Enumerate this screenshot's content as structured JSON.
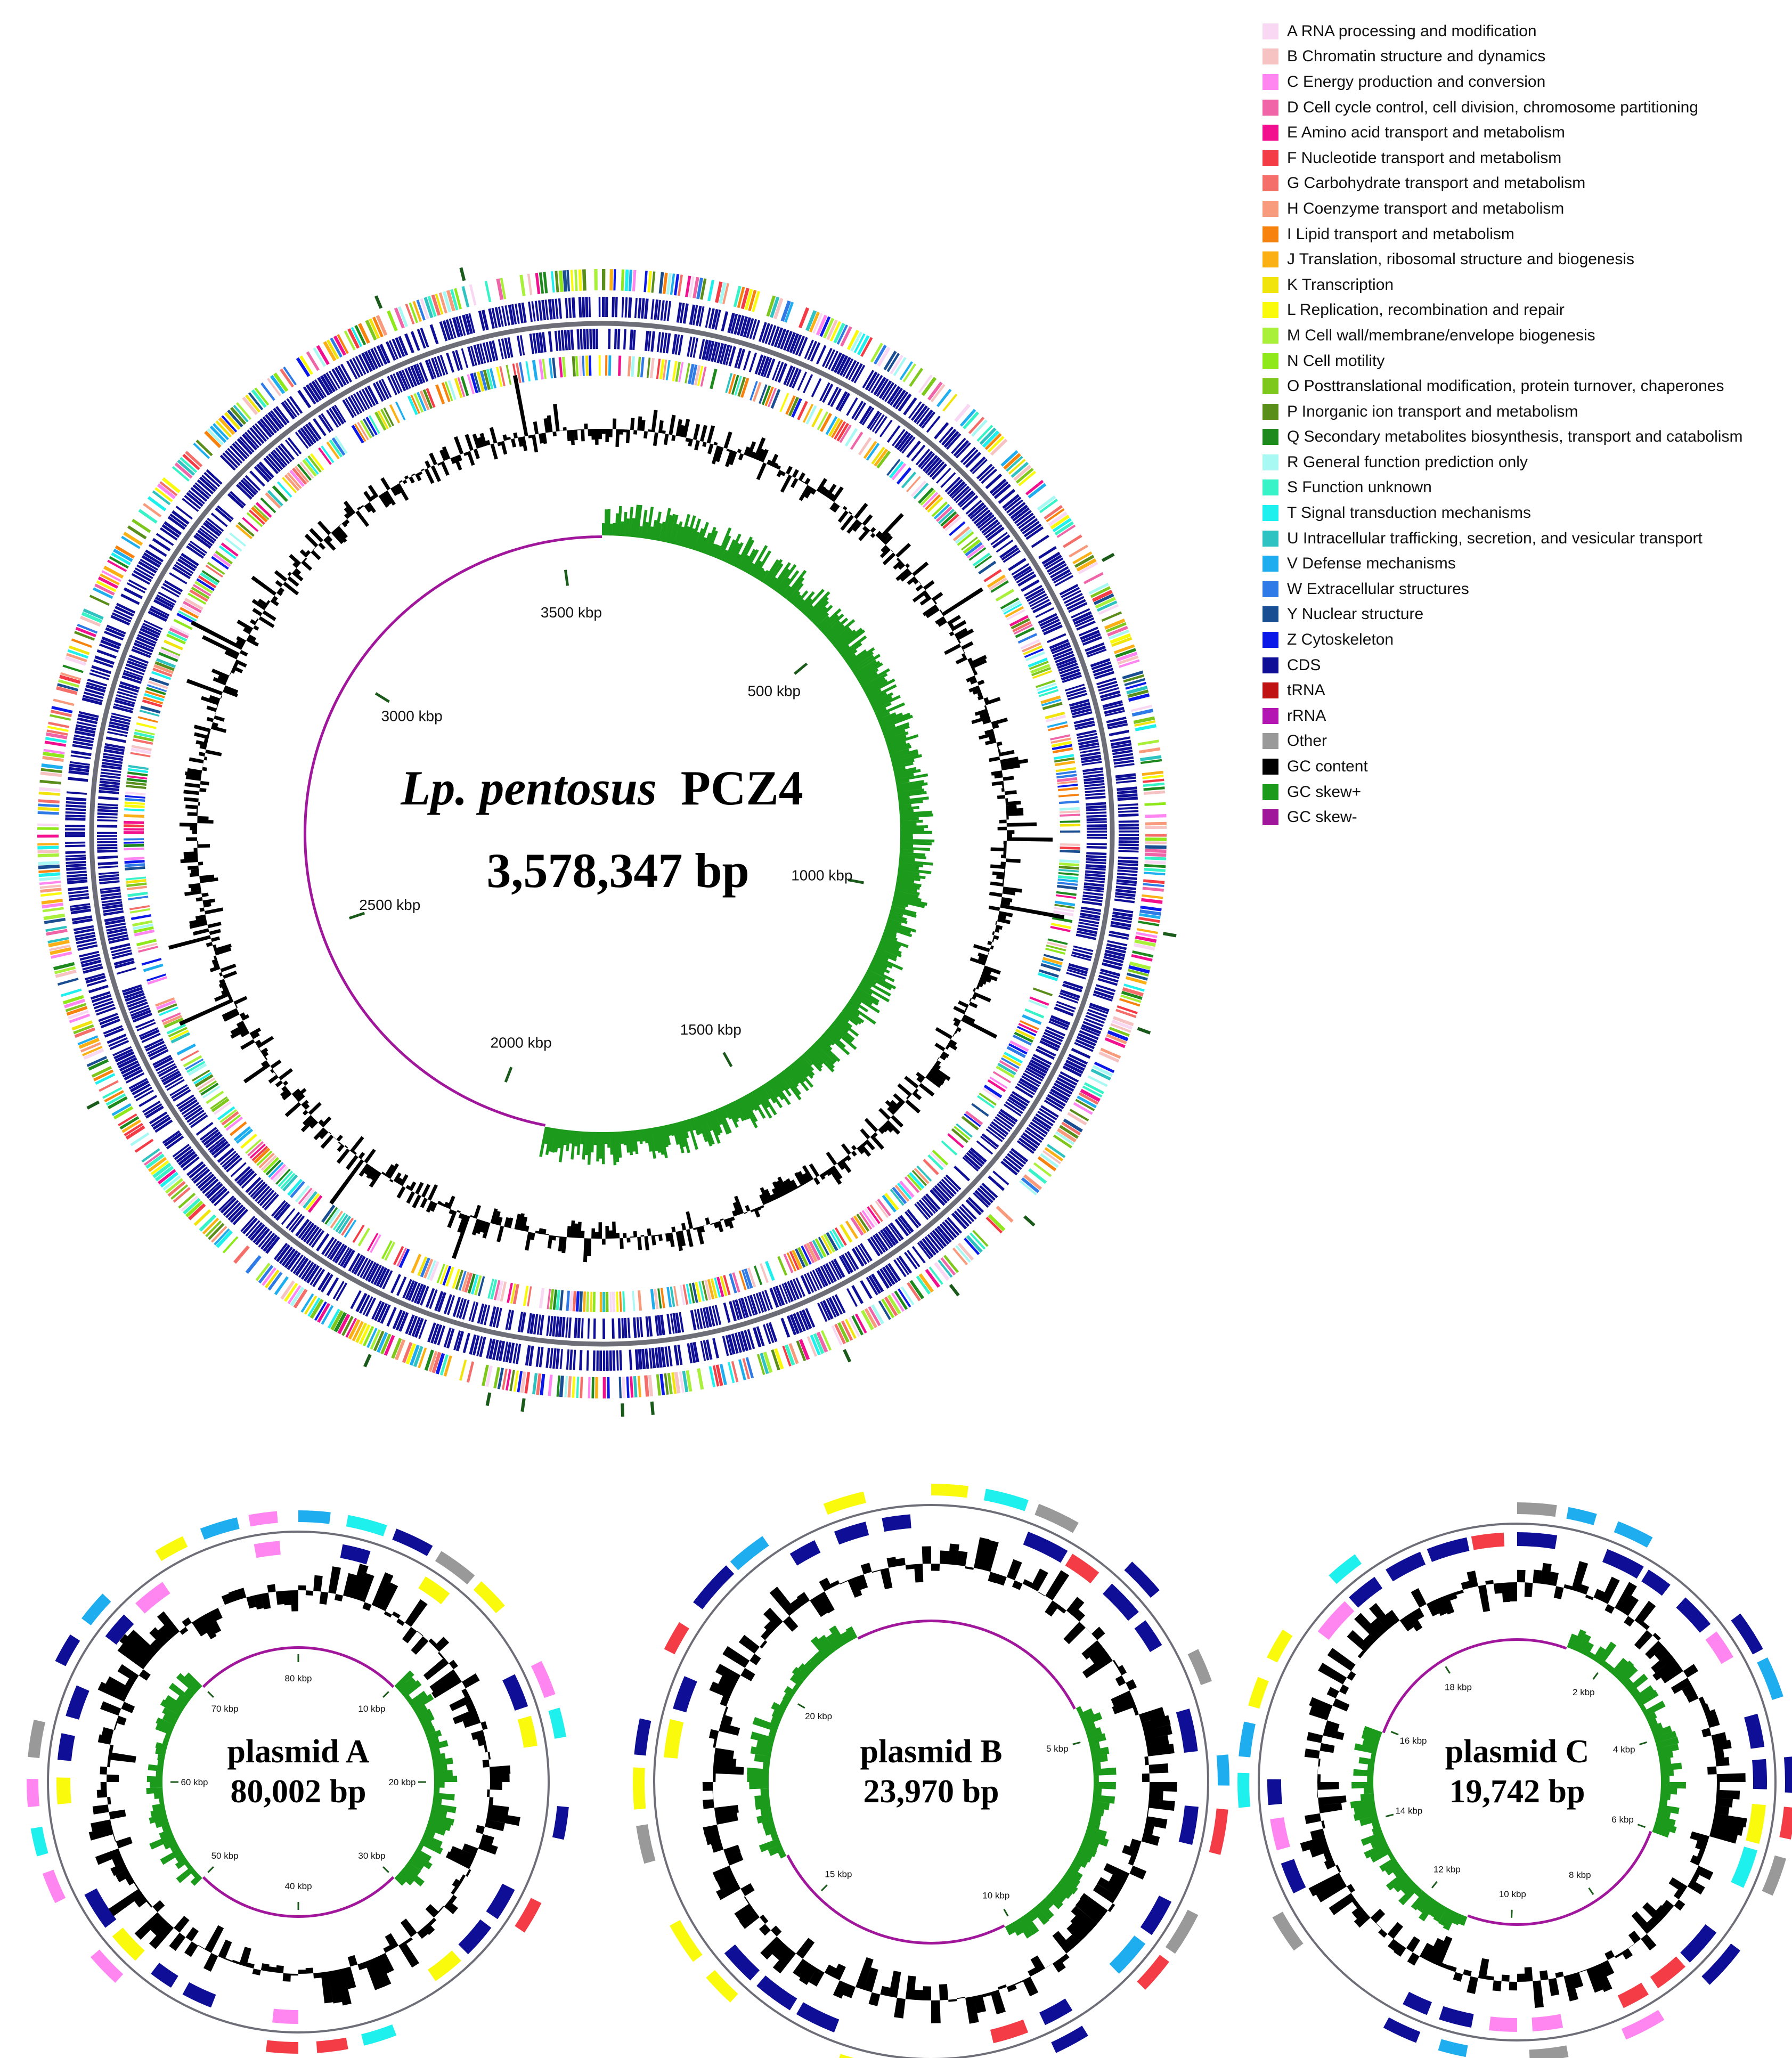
{
  "legend": [
    {
      "label": "A RNA processing and modification",
      "color": "#f9d8f4"
    },
    {
      "label": "B Chromatin structure and dynamics",
      "color": "#f7c2c2"
    },
    {
      "label": "C Energy production and conversion",
      "color": "#ff86f0"
    },
    {
      "label": "D Cell cycle control, cell division, chromosome partitioning",
      "color": "#f064a8"
    },
    {
      "label": "E Amino acid transport and metabolism",
      "color": "#f2108e"
    },
    {
      "label": "F Nucleotide transport and metabolism",
      "color": "#f43c46"
    },
    {
      "label": "G Carbohydrate transport and metabolism",
      "color": "#f46e6a"
    },
    {
      "label": "H Coenzyme transport and metabolism",
      "color": "#f89a7c"
    },
    {
      "label": "I Lipid transport and metabolism",
      "color": "#f7820e"
    },
    {
      "label": "J Translation, ribosomal structure and biogenesis",
      "color": "#fbb016"
    },
    {
      "label": "K Transcription",
      "color": "#f0e40c"
    },
    {
      "label": "L Replication, recombination and repair",
      "color": "#fafa0c"
    },
    {
      "label": "M Cell wall/membrane/envelope biogenesis",
      "color": "#a8f03a"
    },
    {
      "label": "N Cell motility",
      "color": "#8ee81a"
    },
    {
      "label": "O Posttranslational modification, protein turnover, chaperones",
      "color": "#7ec81e"
    },
    {
      "label": "P Inorganic ion transport and metabolism",
      "color": "#5a8e1a"
    },
    {
      "label": "Q Secondary metabolites biosynthesis, transport and catabolism",
      "color": "#1e8a1e"
    },
    {
      "label": "R General function prediction only",
      "color": "#a8f8f4"
    },
    {
      "label": "S Function unknown",
      "color": "#38f2c8"
    },
    {
      "label": "T Signal transduction mechanisms",
      "color": "#1ef0ee"
    },
    {
      "label": "U Intracellular trafficking, secretion, and vesicular transport",
      "color": "#2ec2c0"
    },
    {
      "label": "V Defense mechanisms",
      "color": "#1eaef0"
    },
    {
      "label": "W Extracellular structures",
      "color": "#2e7ae6"
    },
    {
      "label": "Y Nuclear structure",
      "color": "#1a4e92"
    },
    {
      "label": "Z Cytoskeleton",
      "color": "#0a18e8"
    },
    {
      "label": "CDS",
      "color": "#0e0e96"
    },
    {
      "label": "tRNA",
      "color": "#c01212"
    },
    {
      "label": "rRNA",
      "color": "#b416b4"
    },
    {
      "label": "Other",
      "color": "#999999"
    },
    {
      "label": "GC content",
      "color": "#000000"
    },
    {
      "label": "GC skew+",
      "color": "#1c9a1c"
    },
    {
      "label": "GC skew-",
      "color": "#a0179c"
    }
  ],
  "chromosome": {
    "organism": "Lp. pentosus",
    "strain": "PCZ4",
    "length_label": "3,578,347 bp",
    "length_bp": 3578347,
    "ticks": [
      {
        "label": "500 kbp",
        "value": 500000
      },
      {
        "label": "1000 kbp",
        "value": 1000000
      },
      {
        "label": "1500 kbp",
        "value": 1500000
      },
      {
        "label": "2000 kbp",
        "value": 2000000
      },
      {
        "label": "2500 kbp",
        "value": 2500000
      },
      {
        "label": "3000 kbp",
        "value": 3000000
      },
      {
        "label": "3500 kbp",
        "value": 3500000
      }
    ],
    "gc_skew_positive_fraction": 0.53
  },
  "plasmids": [
    {
      "name": "plasmid A",
      "length_label": "80,002 bp",
      "length_bp": 80002,
      "ticks": [
        {
          "label": "10 kbp",
          "value": 10000
        },
        {
          "label": "20 kbp",
          "value": 20000
        },
        {
          "label": "30 kbp",
          "value": 30000
        },
        {
          "label": "40 kbp",
          "value": 40000
        },
        {
          "label": "50 kbp",
          "value": 50000
        },
        {
          "label": "60 kbp",
          "value": 60000
        },
        {
          "label": "70 kbp",
          "value": 70000
        },
        {
          "label": "80 kbp",
          "value": 80000
        }
      ]
    },
    {
      "name": "plasmid B",
      "length_label": "23,970 bp",
      "length_bp": 23970,
      "ticks": [
        {
          "label": "5 kbp",
          "value": 5000
        },
        {
          "label": "10 kbp",
          "value": 10000
        },
        {
          "label": "15 kbp",
          "value": 15000
        },
        {
          "label": "20 kbp",
          "value": 20000
        }
      ]
    },
    {
      "name": "plasmid C",
      "length_label": "19,742 bp",
      "length_bp": 19742,
      "ticks": [
        {
          "label": "2 kbp",
          "value": 2000
        },
        {
          "label": "4 kbp",
          "value": 4000
        },
        {
          "label": "6 kbp",
          "value": 6000
        },
        {
          "label": "8 kbp",
          "value": 8000
        },
        {
          "label": "10 kbp",
          "value": 10000
        },
        {
          "label": "12 kbp",
          "value": 12000
        },
        {
          "label": "14 kbp",
          "value": 14000
        },
        {
          "label": "16 kbp",
          "value": 16000
        },
        {
          "label": "18 kbp",
          "value": 18000
        }
      ]
    }
  ]
}
